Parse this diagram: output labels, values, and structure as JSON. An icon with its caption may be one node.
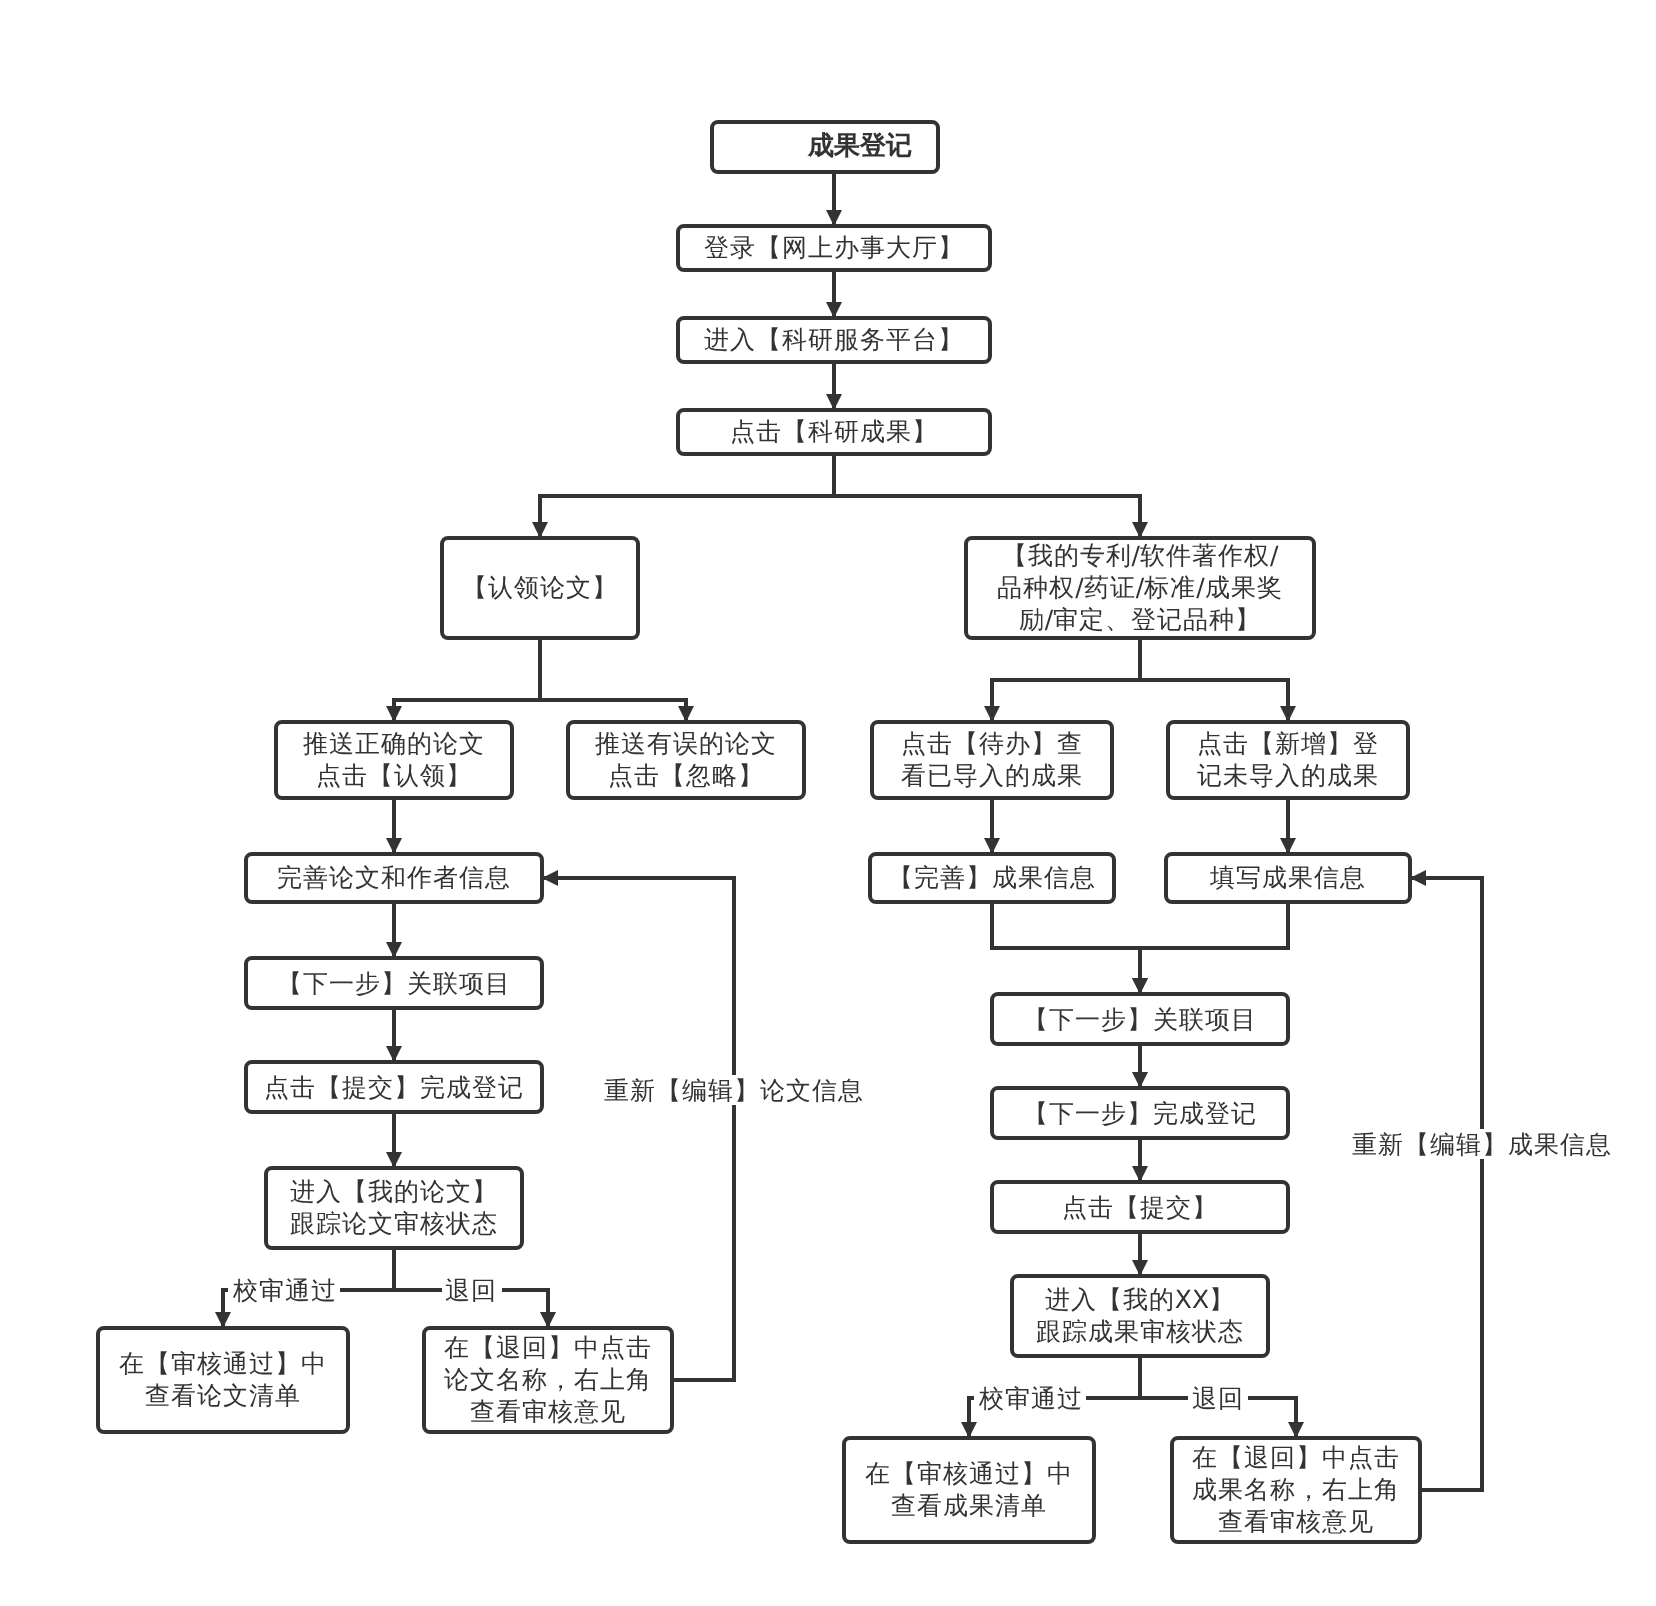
{
  "diagram": {
    "nodes": [
      {
        "text": [
          "成果登记"
        ]
      },
      {
        "text": [
          "登录【网上办事大厅】"
        ]
      },
      {
        "text": [
          "进入【科研服务平台】"
        ]
      },
      {
        "text": [
          "点击【科研成果】"
        ]
      },
      {
        "text": [
          "【认领论文】"
        ]
      },
      {
        "text": [
          "【我的专利/软件著作权/品种权/药证/标准/成果奖励/审定、登记品种】"
        ]
      },
      {
        "text": [
          "推送正确的论文点击【认领】"
        ]
      },
      {
        "text": [
          "推送有误的论文点击【忽略】"
        ]
      },
      {
        "text": [
          "点击【待办】查看已导入的成果"
        ]
      },
      {
        "text": [
          "点击【新增】登记未导入的成果"
        ]
      },
      {
        "text": [
          "完善论文和作者信息"
        ]
      },
      {
        "text": [
          "【完善】成果信息"
        ]
      },
      {
        "text": [
          "填写成果信息"
        ]
      },
      {
        "text": [
          "【下一步】关联项目"
        ]
      },
      {
        "text": [
          "【下一步】关联项目"
        ]
      },
      {
        "text": [
          "点击【提交】完成登记"
        ]
      },
      {
        "text": [
          "【下一步】完成登记"
        ]
      },
      {
        "text": [
          "进入【我的论文】跟踪论文审核状态"
        ]
      },
      {
        "text": [
          "点击【提交】"
        ]
      },
      {
        "text": [
          "在【审核通过】中查看论文清单"
        ]
      },
      {
        "text": [
          "在【退回】中点击论文名称，右上角查看审核意见"
        ]
      },
      {
        "text": [
          "进入【我的XX】跟踪成果审核状态"
        ]
      },
      {
        "text": [
          "在【审核通过】中查看成果清单"
        ]
      },
      {
        "text": [
          "在【退回】中点击成果名称，右上角查看审核意见"
        ]
      }
    ],
    "edges": [
      {
        "from": 0,
        "to": 1,
        "arrow": "to"
      },
      {
        "from": 1,
        "to": 2,
        "arrow": "to"
      },
      {
        "from": 2,
        "to": 3,
        "arrow": "to"
      },
      {
        "from": 3,
        "to": 4,
        "arrow": "to"
      },
      {
        "from": 3,
        "to": 5,
        "arrow": "to"
      },
      {
        "from": 4,
        "to": 6,
        "arrow": "to"
      },
      {
        "from": 4,
        "to": 7,
        "arrow": "to"
      },
      {
        "from": 5,
        "to": 8,
        "arrow": "to"
      },
      {
        "from": 5,
        "to": 9,
        "arrow": "to"
      },
      {
        "from": 6,
        "to": 10,
        "arrow": "to"
      },
      {
        "from": 8,
        "to": 11,
        "arrow": "to"
      },
      {
        "from": 9,
        "to": 12,
        "arrow": "to"
      },
      {
        "from": 10,
        "to": 13,
        "arrow": "to"
      },
      {
        "from": 13,
        "to": 15,
        "arrow": "to"
      },
      {
        "from": 15,
        "to": 17,
        "arrow": "to"
      },
      {
        "from": 17,
        "to": 19,
        "label": "校审通过",
        "arrow": "to"
      },
      {
        "from": 17,
        "to": 20,
        "label": "退回",
        "arrow": "to"
      },
      {
        "from": 20,
        "to": 10,
        "label": "重新【编辑】论文信息",
        "arrow": "to"
      },
      {
        "from": 11,
        "to": 14,
        "arrow": "to"
      },
      {
        "from": 12,
        "to": 14,
        "arrow": "to"
      },
      {
        "from": 14,
        "to": 16,
        "arrow": "to"
      },
      {
        "from": 16,
        "to": 18,
        "arrow": "to"
      },
      {
        "from": 18,
        "to": 21,
        "arrow": "to"
      },
      {
        "from": 21,
        "to": 22,
        "label": "校审通过",
        "arrow": "to"
      },
      {
        "from": 21,
        "to": 23,
        "label": "退回",
        "arrow": "to"
      },
      {
        "from": 23,
        "to": 12,
        "label": "重新【编辑】成果信息",
        "arrow": "to"
      }
    ]
  }
}
